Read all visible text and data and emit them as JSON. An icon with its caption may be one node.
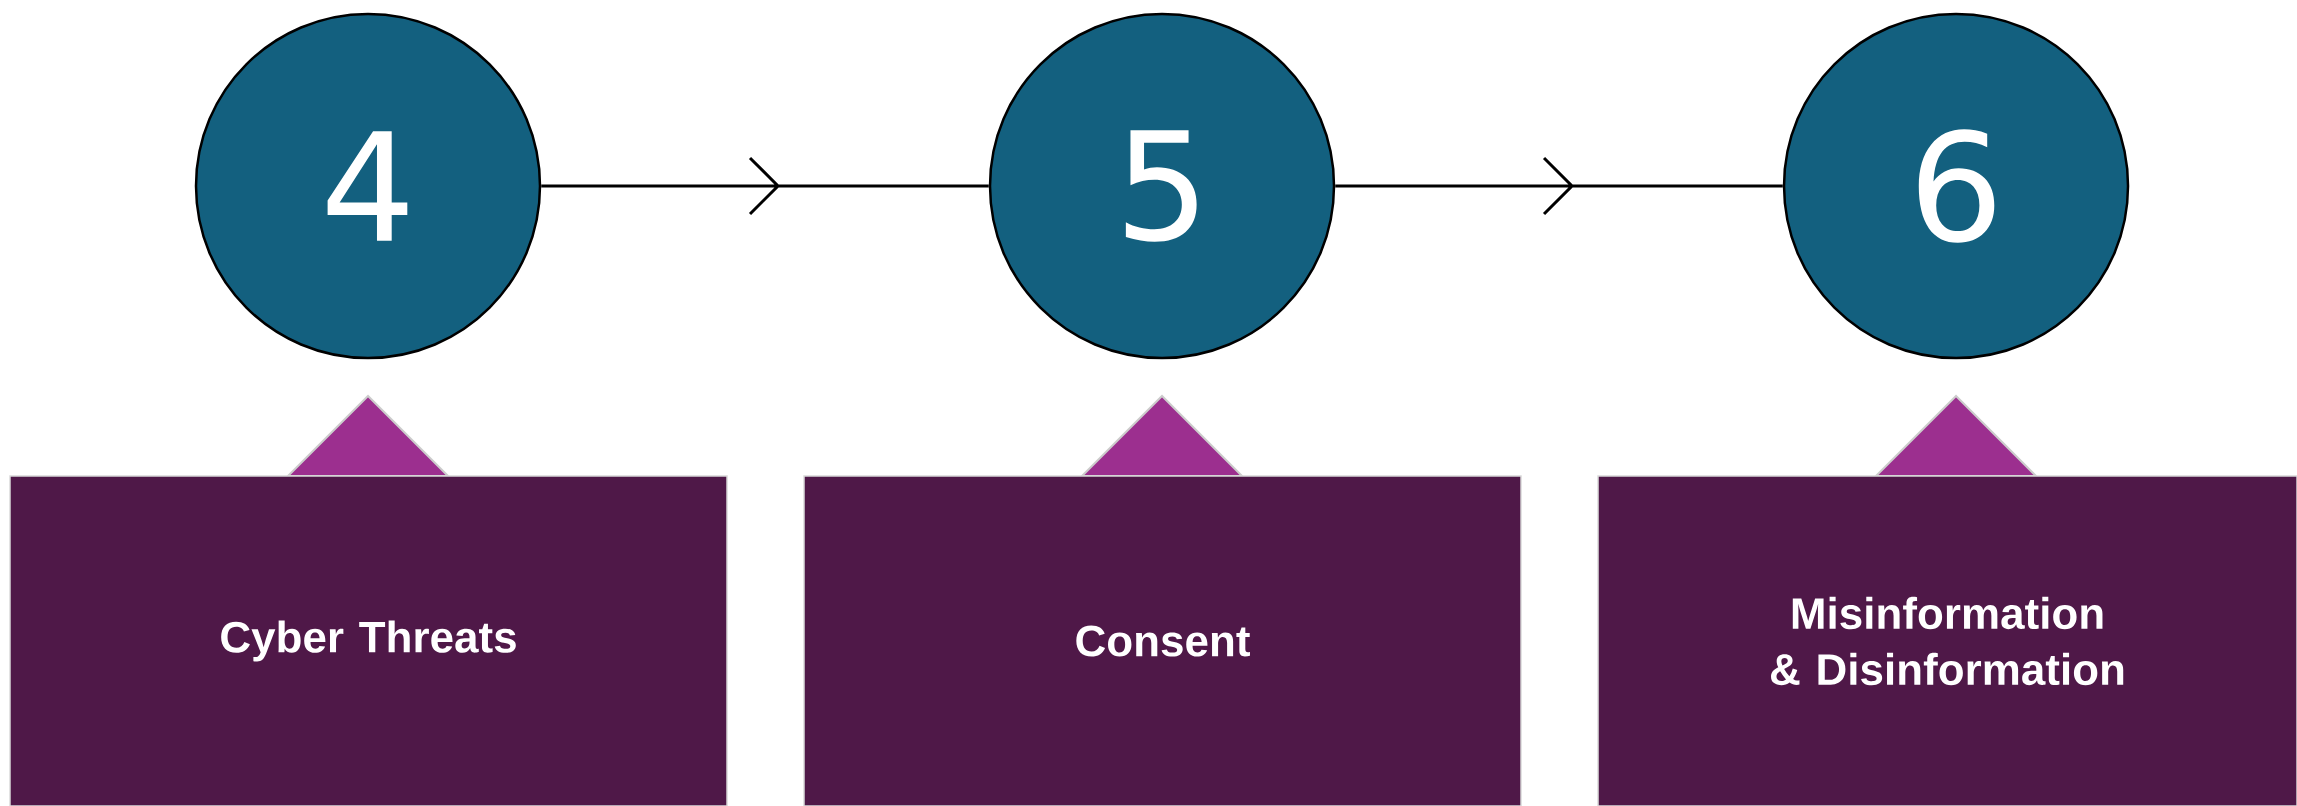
{
  "diagram": {
    "nodes": [
      {
        "text": [
          "4"
        ]
      },
      {
        "text": [
          "5"
        ]
      },
      {
        "text": [
          "6"
        ]
      },
      {
        "text": [
          "Cyber Threats"
        ]
      },
      {
        "text": [
          "Consent"
        ]
      },
      {
        "text": [
          "Misinformation & Disinformation"
        ]
      }
    ],
    "edges": [
      {
        "from": 0,
        "to": 1,
        "arrow": "to"
      },
      {
        "from": 1,
        "to": 2,
        "arrow": "to"
      }
    ]
  }
}
